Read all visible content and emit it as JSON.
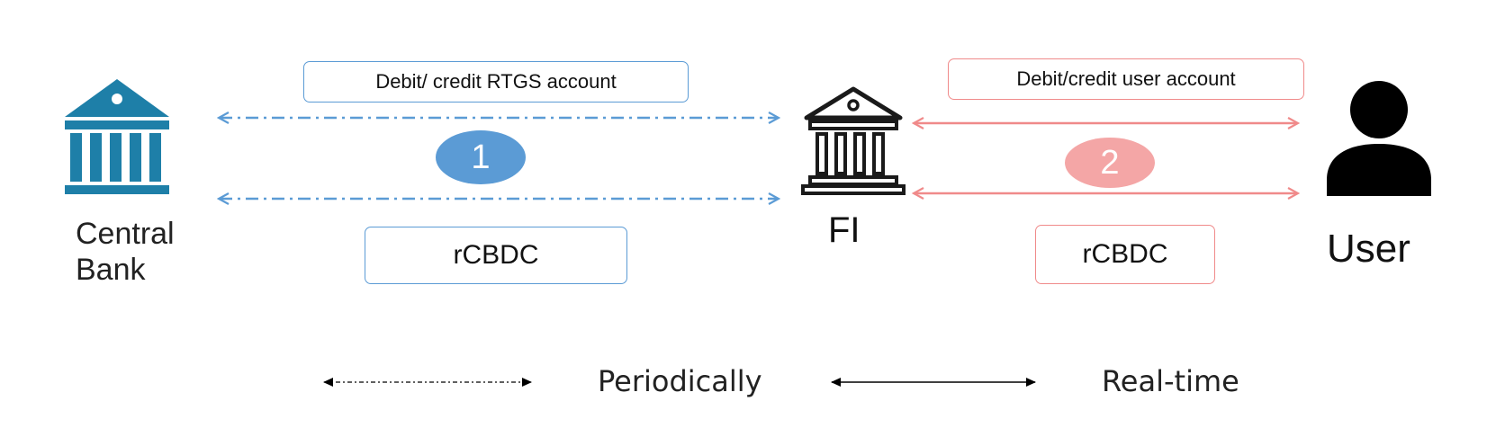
{
  "nodes": {
    "central_bank": {
      "label_line1": "Central",
      "label_line2": "Bank"
    },
    "fi": {
      "label": "FI"
    },
    "user": {
      "label": "User"
    }
  },
  "flows": {
    "flow1": {
      "top_box": "Debit/ credit RTGS account",
      "number": "1",
      "bottom_box": "rCBDC",
      "color": "#5b9bd5",
      "line_style": "dash-dot"
    },
    "flow2": {
      "top_box": "Debit/credit user account",
      "number": "2",
      "bottom_box": "rCBDC",
      "color": "#f08a8a",
      "line_style": "solid"
    }
  },
  "legend": {
    "periodic_label": "Periodically",
    "realtime_label": "Real-time"
  },
  "colors": {
    "central_bank_icon": "#1e7fa8",
    "fi_icon": "#1a1a1a",
    "user_icon": "#000000"
  }
}
